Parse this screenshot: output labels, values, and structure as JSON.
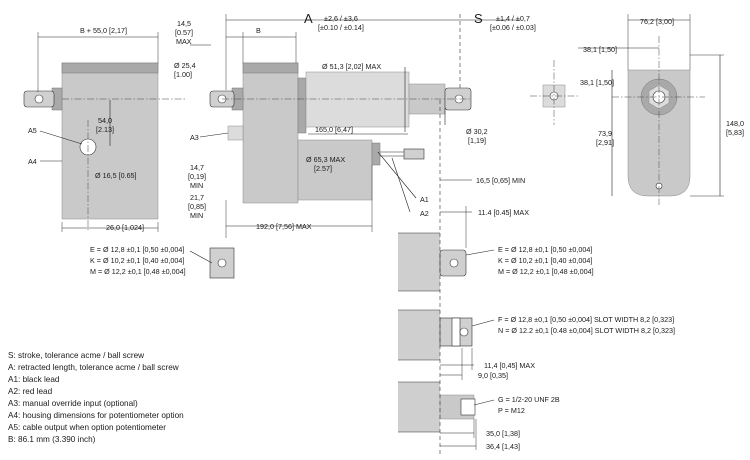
{
  "dimensions": {
    "top_left_width": "B + 55,0 [2,17]",
    "offset_145": "14,5",
    "offset_145_in": "[0.57]",
    "max": "MAX",
    "label_a": "A",
    "label_s": "S",
    "label_b": "B",
    "tol_a": "±2,6 / ±3,6",
    "tol_a_in": "[±0.10 / ±0.14]",
    "tol_s": "±1,4 / ±0,7",
    "tol_s_in": "[±0.06 / ±0.03]",
    "width_762": "76,2 [3,00]",
    "dia_254": "Ø 25,4",
    "dia_254_in": "[1.00]",
    "dia_513": "Ø 51,3 [2,02] MAX",
    "d381_h": "38,1 [1,50]",
    "d381_v": "38,1 [1,50]",
    "d540": "54,0",
    "d540_in": "[2.13]",
    "a3": "A3",
    "a5": "A5",
    "a4": "A4",
    "d1650": "165,0 [6,47]",
    "dia_302": "Ø 30,2",
    "dia_302_in": "[1,19]",
    "d739": "73,9",
    "d739_in": "[2,91]",
    "d1480": "148,0",
    "d1480_in": "[5,83]",
    "dia_653": "Ø 65,3 MAX",
    "dia_653_in": "[2.57]",
    "dia_165": "Ø 16,5 [0.65]",
    "d147": "14,7",
    "d147_in": "[0,19]",
    "min": "MIN",
    "d217": "21,7",
    "d217_in": "[0,85]",
    "a1": "A1",
    "a2": "A2",
    "d165min": "16,5 [0,65] MIN",
    "d260": "26,0 [1,024]",
    "d1920": "192,0 [7,56] MAX",
    "d114max_top": "11.4 [0.45] MAX",
    "d114max_mid": "11,4 [0,45] MAX",
    "d90": "9,0 [0,35]",
    "d350": "35,0 [1,38]",
    "d364": "36,4 [1,43]"
  },
  "callouts": {
    "left_e": "E = Ø 12,8 ±0,1  [0,50 ±0,004]",
    "left_k": "K = Ø 10,2 ±0,1 [0,40 ±0,004]",
    "left_m": "M = Ø 12,2 ±0,1 [0,48 ±0,004]",
    "right_e": "E = Ø 12,8 ±0,1 [0,50 ±0,004]",
    "right_k": "K = Ø 10,2 ±0,1 [0,40 ±0,004]",
    "right_m": "M = Ø 12,2 ±0,1 [0,48 ±0,004]",
    "slot_f": "F = Ø 12,8 ±0,1 [0,50 ±0,004] SLOT WIDTH 8,2 [0,323]",
    "slot_n": "N = Ø 12.2 ±0,1 [0.48 ±0,004] SLOT WIDTH 8,2 [0,323]",
    "thread_g": "G = 1/2-20 UNF 2B",
    "thread_p": "P = M12"
  },
  "legend": [
    "S: stroke, tolerance acme / ball screw",
    "A: retracted length, tolerance acme / ball screw",
    "A1: black lead",
    "A2: red lead",
    "A3: manual override input (optional)",
    "A4: housing dimensions for potentiometer option",
    "A5: cable output when option potentiometer",
    "B: 86.1 mm (3.390 inch)"
  ]
}
